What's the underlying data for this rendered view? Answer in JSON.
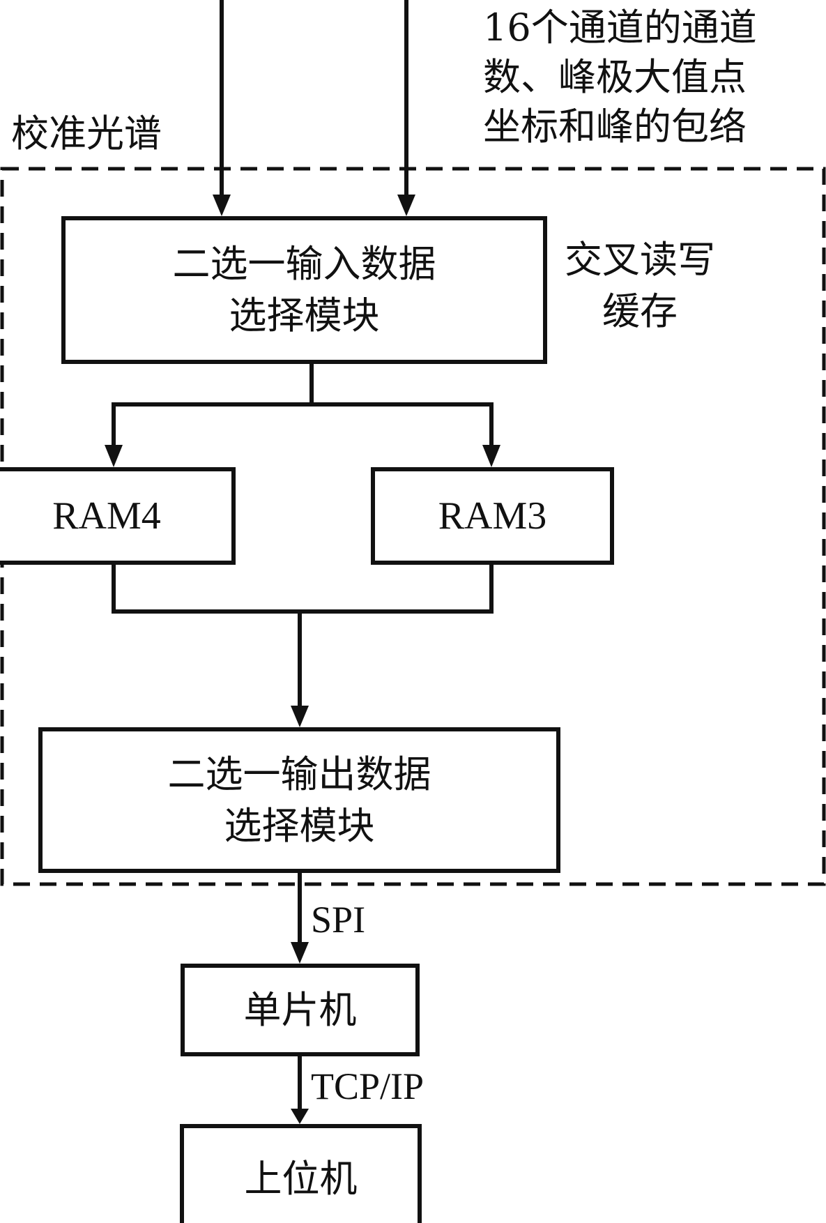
{
  "labels": {
    "calib_spectrum": "校准光谱",
    "peak_info": [
      "16个通道的通道",
      "数、峰极大值点",
      "坐标和峰的包络"
    ],
    "cross_rw_cache": [
      "交叉读写",
      "缓存"
    ],
    "spi": "SPI",
    "tcpip": "TCP/IP"
  },
  "blocks": {
    "input_selector": [
      "二选一输入数据",
      "选择模块"
    ],
    "ram4": "RAM4",
    "ram3": "RAM3",
    "output_selector": [
      "二选一输出数据",
      "选择模块"
    ],
    "mcu": "单片机",
    "host": "上位机"
  }
}
